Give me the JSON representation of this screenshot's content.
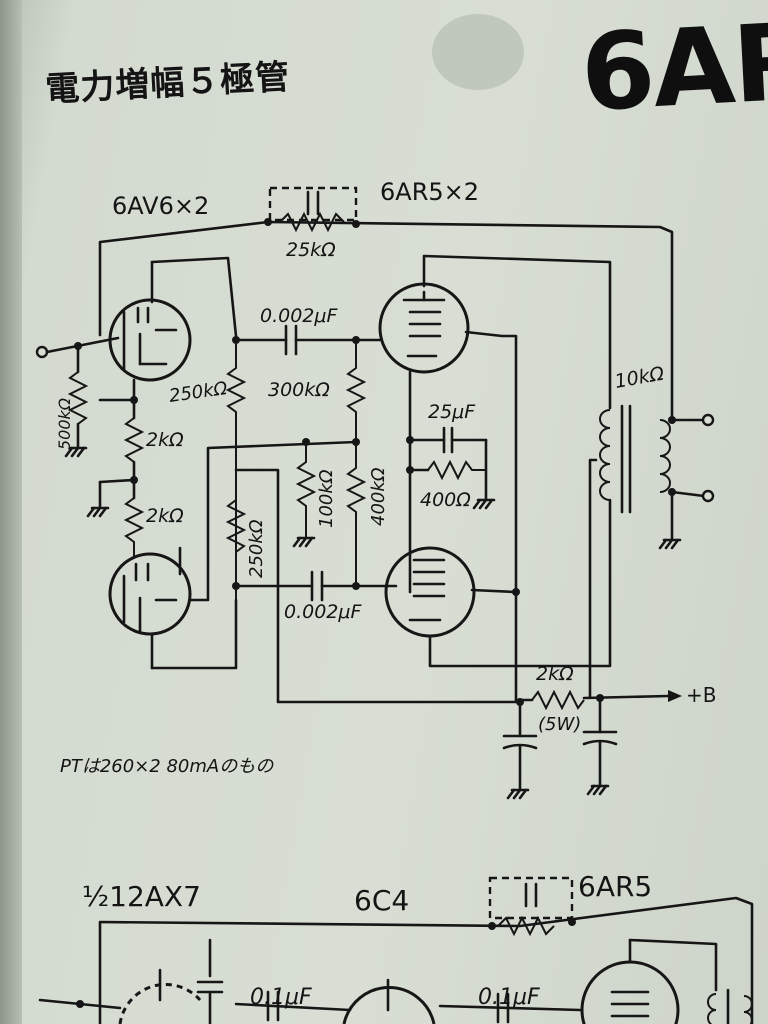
{
  "page": {
    "heading": "電力増幅５極管",
    "title_fragment": "6AR"
  },
  "schematic_top": {
    "driver_tube": "6AV6×2",
    "output_tube": "6AR5×2",
    "feedback_resistor": "25kΩ",
    "input_resistor": "500kΩ",
    "cathode_resistor_upper": "2kΩ",
    "cathode_resistor_lower": "2kΩ",
    "plate_resistor_upper": "250kΩ",
    "plate_resistor_lower": "250kΩ",
    "coupling_cap_upper": "0.002μF",
    "coupling_cap_lower": "0.002μF",
    "grid_resistor_upper": "300kΩ",
    "grid_resistor_lower": "400kΩ",
    "balance_resistor": "100kΩ",
    "cathode_cap": "25μF",
    "cathode_bias_resistor": "400Ω",
    "transformer_primary": "10kΩ",
    "supply_resistor": "2kΩ",
    "supply_resistor_power": "(5W)",
    "supply_label": "+B",
    "pt_note": "PTは260×2 80mAのもの"
  },
  "schematic_bottom": {
    "tube_1": "½12AX7",
    "tube_2": "6C4",
    "tube_3": "6AR5",
    "cap_1": "0.1μF",
    "cap_2": "0.1μF"
  }
}
